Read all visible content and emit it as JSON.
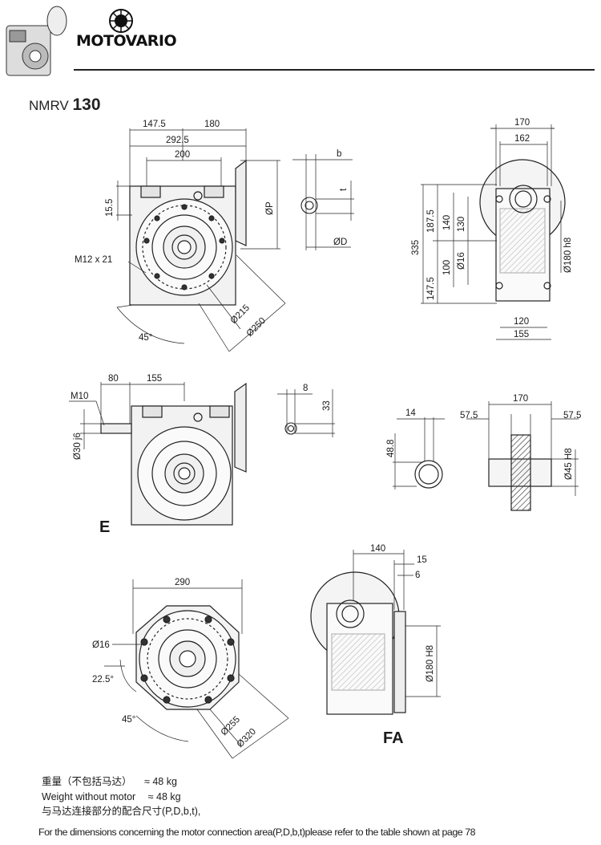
{
  "header": {
    "brand": "MOTOVARIO",
    "model_prefix": "NMRV",
    "model_number": "130"
  },
  "views": {
    "front": {
      "dims": [
        "147.5",
        "180",
        "292.5",
        "200",
        "15.5",
        "M12 x 21",
        "45°",
        "Ø215",
        "Ø250",
        "ØP"
      ]
    },
    "motor_flange": {
      "dims": [
        "b",
        "t",
        "ØD"
      ]
    },
    "side": {
      "dims": [
        "170",
        "162",
        "335",
        "187.5",
        "140",
        "130",
        "147.5",
        "100",
        "Ø16",
        "Ø180 h8",
        "120",
        "155"
      ]
    },
    "input_shaft": {
      "label": "E",
      "dims": [
        "80",
        "155",
        "M10",
        "Ø30 j6"
      ]
    },
    "input_key": {
      "dims": [
        "8",
        "33"
      ]
    },
    "hollow_bore": {
      "dims": [
        "14",
        "48.8"
      ]
    },
    "hollow_shaft": {
      "dims": [
        "170",
        "57.5",
        "57.5",
        "Ø45 H8"
      ]
    },
    "flange_front": {
      "dims": [
        "290",
        "Ø16",
        "22.5°",
        "45°",
        "Ø255",
        "Ø320"
      ]
    },
    "flange_side": {
      "label": "FA",
      "dims": [
        "140",
        "15",
        "6",
        "Ø180 H8"
      ]
    }
  },
  "notes": {
    "weight_cn": "重量（不包括马达）",
    "weight_cn_value": "≈ 48 kg",
    "weight_en": "Weight without motor",
    "weight_en_value": "≈ 48 kg",
    "connection_cn": "与马达连接部分的配合尺寸(P,D,b,t),",
    "footnote": "For the dimensions concerning the motor connection area(P,D,b,t)please refer to the table shown at page 78"
  }
}
